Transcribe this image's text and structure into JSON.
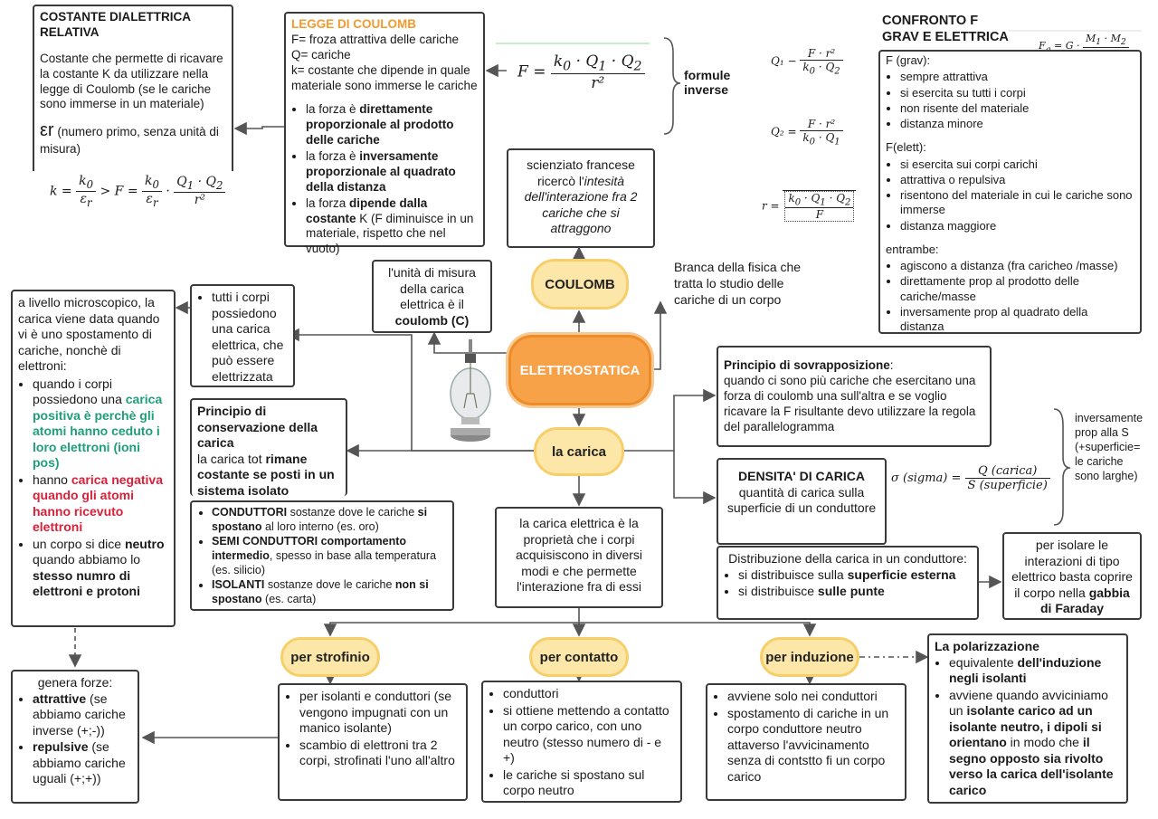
{
  "costante": {
    "title": "COSTANTE DIALETTRICA RELATIVA",
    "text": "Costante che permette di ricavare la costante K da utilizzare nella legge di Coulomb (se le cariche sono immerse in un materiale)",
    "symbol": "εr",
    "symbol_note": "(numero primo, senza unità di misura)"
  },
  "legge": {
    "title": "LEGGE DI COULOMB",
    "defs": "F= froza attrattiva delle cariche\nQ= cariche\nk= costante che dipende in quale materiale sono immerse le cariche",
    "b1_pre": "la forza è ",
    "b1_bold": "direttamente proporzionale al prodotto delle cariche",
    "b2_pre": "la forza è ",
    "b2_bold": "inversamente proporzionale al quadrato della distanza",
    "b3_pre": "la forza ",
    "b3_bold": "dipende dalla costante",
    "b3_post": " K (F diminuisce in un materiale, rispetto che nel vuoto)"
  },
  "formule_inverse": "formule inverse",
  "confronto": {
    "title": "CONFRONTO F GRAV E ELETTRICA",
    "grav_head": "F (grav):",
    "grav": [
      "sempre attrattiva",
      "si esercita su tutti i corpi",
      "non risente del materiale",
      "distanza minore"
    ],
    "elett_head": "F(elett):",
    "elett": [
      "si esercita sui corpi carichi",
      "attrattiva o repulsiva",
      "risentono del materiale in cui le cariche sono immerse",
      "distanza maggiore"
    ],
    "entrambe_head": "entrambe:",
    "entrambe": [
      "agiscono a distanza (fra caricheo /masse)",
      "direttamente prop al prodotto delle cariche/masse",
      "inversamente prop al quadrato della distanza"
    ]
  },
  "scienziato": {
    "pre": "scienziato francese ricercò l'",
    "italic": "intesità dell'interazione fra 2 cariche che si attraggono"
  },
  "coulomb_pill": "COULOMB",
  "elettrostatica_pill": "ELETTROSTATICA",
  "branca": "Branca della fisica che tratta lo studio delle cariche di un corpo",
  "unita": {
    "pre": "l'unità di misura della carica elettrica è il ",
    "bold": "coulomb (C)"
  },
  "tutti": "tutti i corpi possiedono una carica elettrica, che può essere elettrizzata",
  "microscopico": {
    "intro": "a livello microscopico, la carica viene data quando vi è uno spostamento di cariche, nonchè di elettroni:",
    "i1_pre": "quando i corpi possiedono una ",
    "i1_col": "carica positiva è perchè gli atomi hanno ceduto i loro elettroni (ioni pos)",
    "i2_pre": "hanno ",
    "i2_col": "carica negativa quando gli atomi hanno ricevuto elettroni",
    "i3_pre": "un corpo si dice ",
    "i3_b1": "neutro",
    "i3_mid": " quando abbiamo lo ",
    "i3_b2": "stesso numro di elettroni e protoni"
  },
  "conservazione": {
    "title": "Principio di conservazione della carica",
    "pre": "la carica tot ",
    "bold": "rimane costante se posti in un sistema isolato"
  },
  "conduttori": {
    "c_b": "CONDUTTORI",
    "c_t": " sostanze dove le cariche ",
    "c_b2": "si spostano",
    "c_t2": " al loro interno (es. oro)",
    "s_b": "SEMI CONDUTTORI comportamento intermedio",
    "s_t": ", spesso in base alla temperatura (es. silicio)",
    "i_b": "ISOLANTI",
    "i_t": " sostanze dove le cariche ",
    "i_b2": "non si spostano",
    "i_t2": " (es. carta)"
  },
  "carica_pill": "la carica",
  "carica_def": "la carica elettrica è la proprietà che i corpi acquisiscono in diversi modi e che permette l'interazione fra di essi",
  "sovrapposizione": {
    "title": "Principio di sovrapposizione",
    "text": ":\nquando ci sono più cariche che esercitano una forza di coulomb una sull'altra e se voglio ricavare la F risultante devo utilizzare la regola del parallelogramma"
  },
  "densita": {
    "title": "DENSITA' DI CARICA",
    "text": "quantità di carica sulla superficie di un conduttore"
  },
  "densita_note": "inversamente prop alla S (+superficie= le cariche sono larghe)",
  "distribuzione": {
    "head": "Distribuzione della carica in un conduttore:",
    "a_pre": "si distribuisce sulla ",
    "a_b": "superficie esterna",
    "b_pre": "si distribuisce ",
    "b_b": "sulle punte"
  },
  "faraday": {
    "pre": "per isolare le interazioni di tipo elettrico basta coprire il corpo nella ",
    "bold": "gabbia di Faraday"
  },
  "strofinio_pill": "per strofinio",
  "contatto_pill": "per contatto",
  "induzione_pill": "per induzione",
  "strofinio": [
    "per isolanti e conduttori (se vengono impugnati con un manico isolante)",
    "scambio di elettroni tra 2 corpi, strofinati l'uno all'altro"
  ],
  "contatto": [
    "conduttori",
    "si ottiene mettendo a contatto un corpo carico, con uno neutro (stesso numero di - e +)",
    "le cariche si spostano sul corpo neutro"
  ],
  "induzione": [
    "avviene solo nei conduttori",
    "spostamento di cariche in un corpo conduttore neutro attaverso l'avvicinamento senza di contstto fi un corpo carico"
  ],
  "forze": {
    "head": "genera forze:",
    "a_b": "attrattive",
    "a_t": " (se abbiamo cariche inverse (+;-))",
    "r_b": "repulsive",
    "r_t": " (se abbiamo cariche uguali (+;+))"
  },
  "polarizzazione": {
    "title": "La polarizzazione",
    "a_pre": "equivalente ",
    "a_b": "dell'induzione negli isolanti",
    "b_pre": "avviene quando avviciniamo un ",
    "b_b1": "isolante carico ad un isolante neutro, i dipoli si orientano",
    "b_mid": " in modo che ",
    "b_b2": "il segno opposto sia rivolto verso la carica dell'isolante carico"
  },
  "formulas": {
    "F": "F =",
    "k0": "k",
    "Q1": "Q",
    "Q2": "Q",
    "r2": "r²",
    "q1lhs": "Q₁ −",
    "q2lhs": "Q₂ =",
    "rlhs": "r =",
    "k_eq": "k =",
    "gt_F": "> F =",
    "sigma": "σ (sigma) =",
    "sigma_n": "Q (carica)",
    "sigma_d": "S (superficie)",
    "fg": "F",
    "fg_eq": "= G ·",
    "M": "M₁ · M₂"
  },
  "colors": {
    "orange_title": "#f29a2e",
    "green": "#1f9e7a",
    "red": "#d8203a",
    "pill_yellow": "#fde7a8",
    "pill_orange": "#f7a148"
  }
}
